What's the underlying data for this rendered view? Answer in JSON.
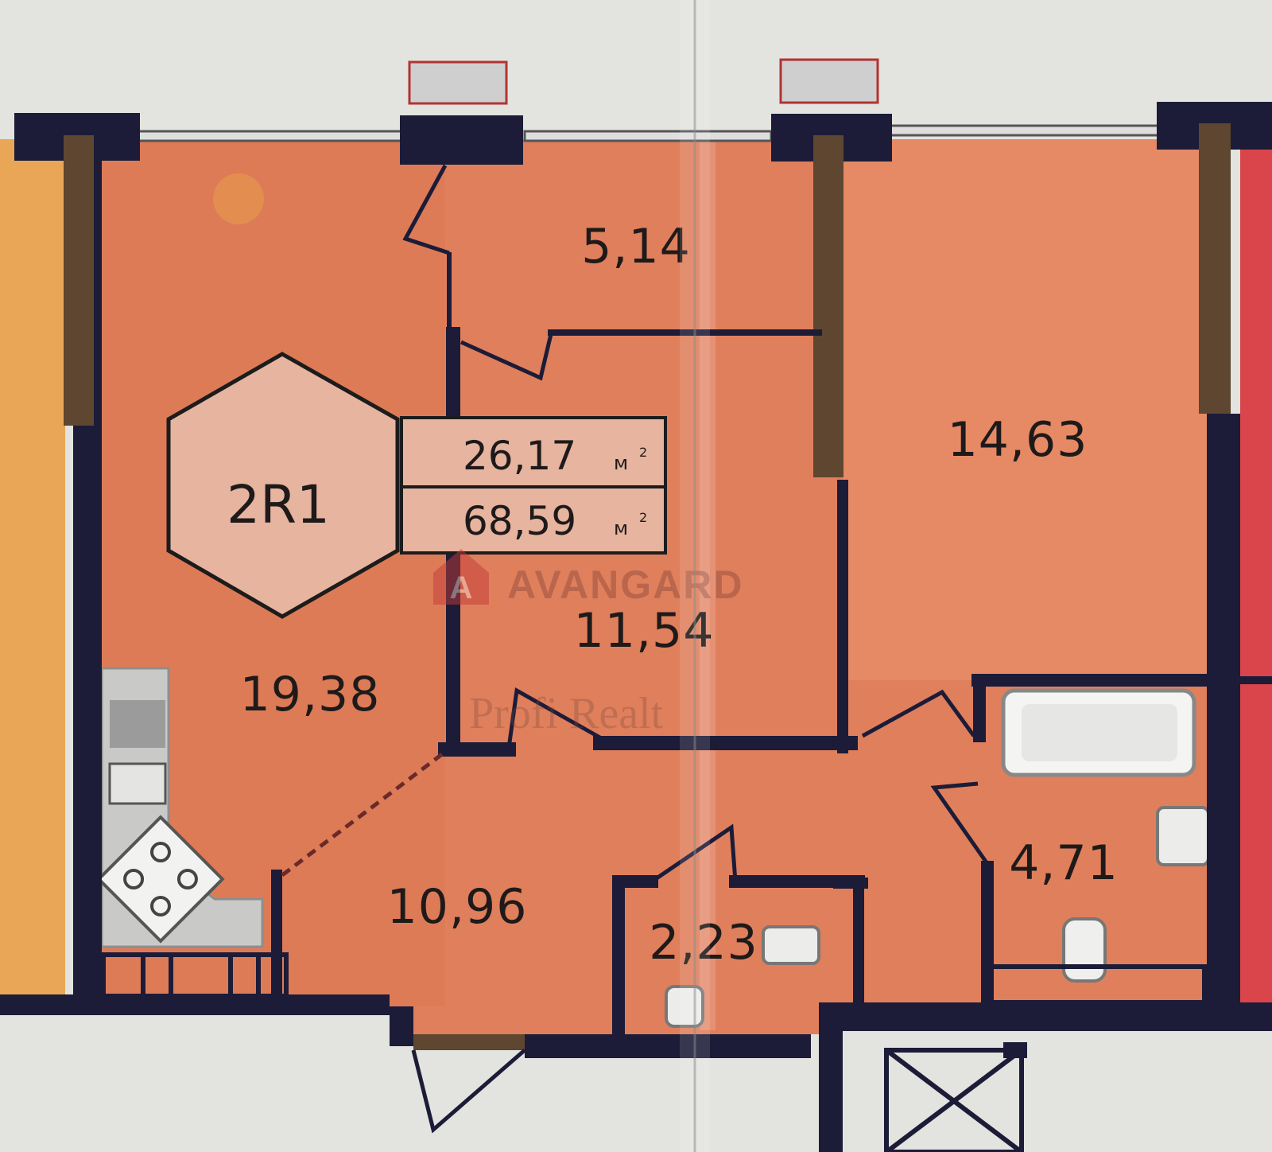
{
  "unit": {
    "code": "2R1",
    "living_area": "26,17",
    "total_area": "68,59",
    "area_unit": "м",
    "area_unit_power": "2"
  },
  "rooms": [
    {
      "id": "kitchen-living",
      "area": "19,38"
    },
    {
      "id": "bedroom-small",
      "area": "11,54"
    },
    {
      "id": "balcony",
      "area": "5,14"
    },
    {
      "id": "bedroom-large",
      "area": "14,63"
    },
    {
      "id": "hallway",
      "area": "10,96"
    },
    {
      "id": "bathroom",
      "area": "4,71"
    },
    {
      "id": "wc",
      "area": "2,23"
    }
  ],
  "watermarks": {
    "brand": "AVANGARD",
    "realtor": "Profi Realt"
  },
  "colors": {
    "room_fill": "#e07f5c",
    "wall": "#1c1c38",
    "partition_brown": "#5e4630",
    "hexagon_fill": "#e6b49f",
    "left_apartment": "#e9a656",
    "right_apartment": "#d9454a",
    "background": "#e3e3df"
  },
  "icons": [
    "stove-icon",
    "sink-icon",
    "bathtub-icon",
    "toilet-icon",
    "washbasin-icon"
  ]
}
